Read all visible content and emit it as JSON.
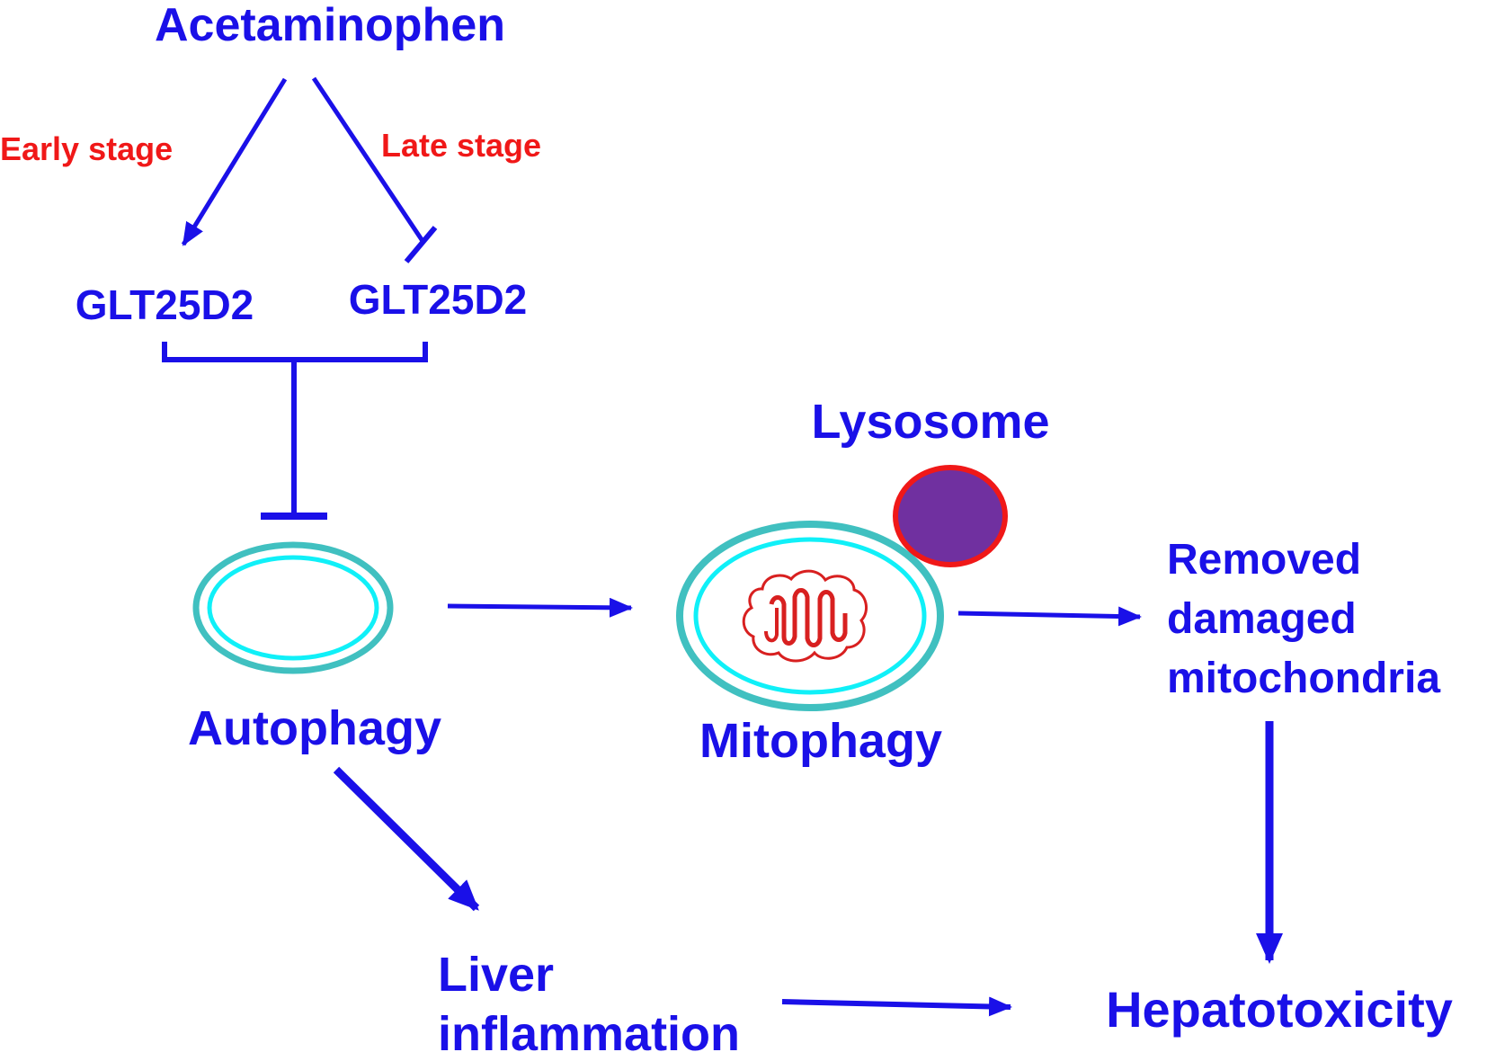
{
  "nodes": {
    "acetaminophen": "Acetaminophen",
    "early_stage": "Early stage",
    "late_stage": "Late stage",
    "glt25d2_left": "GLT25D2",
    "glt25d2_right": "GLT25D2",
    "lysosome": "Lysosome",
    "autophagy": "Autophagy",
    "mitophagy": "Mitophagy",
    "removed_line1": "Removed",
    "removed_line2": "damaged",
    "removed_line3": "mitochondria",
    "liver_line1": "Liver",
    "liver_line2": "inflammation",
    "hepatotoxicity": "Hepatotoxicity"
  },
  "colors": {
    "arrow": "#1a10e8",
    "stage_text": "#f01818",
    "vesicle_outer": "#40c0c0",
    "vesicle_inner": "#10f0f8",
    "lysosome_fill": "#7030a0",
    "lysosome_border": "#f01818",
    "mitochondrion": "#d82020"
  }
}
